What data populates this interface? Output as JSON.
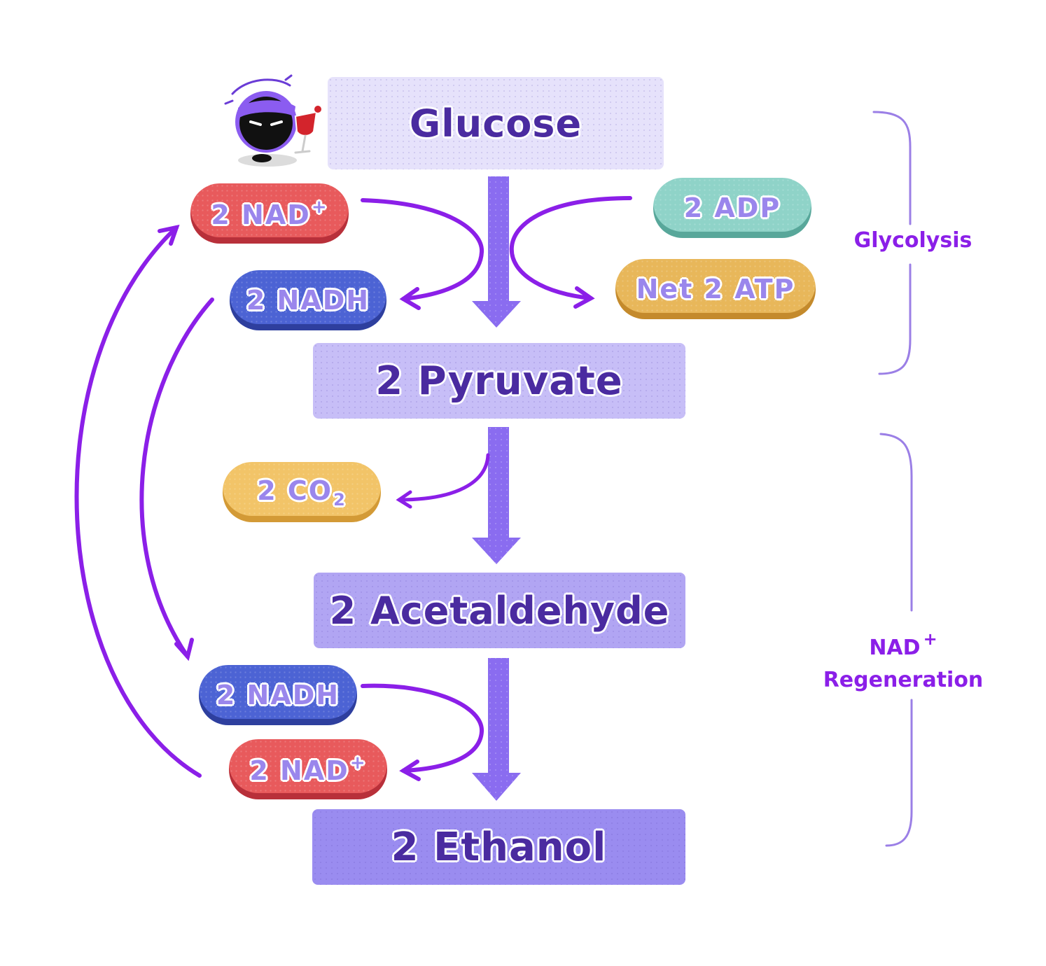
{
  "steps": {
    "glucose": "Glucose",
    "pyruvate": "2 Pyruvate",
    "acetaldehyde": "2 Acetaldehyde",
    "ethanol": "2 Ethanol"
  },
  "molecules": {
    "nadp_top_num": "2 NAD",
    "nadp_top_charge": "+",
    "nadh_top": "2 NADH",
    "adp": "2 ADP",
    "atp": "Net 2 ATP",
    "co2_main": "2 CO",
    "co2_sub": "2",
    "nadh_bottom": "2 NADH",
    "nadp_bottom_num": "2 NAD",
    "nadp_bottom_charge": "+"
  },
  "phases": {
    "glycolysis": "Glycolysis",
    "regen_line1_text": "NAD",
    "regen_line1_charge": "+",
    "regen_line2": "Regeneration"
  },
  "mascot": {
    "icon": "ninja-mascot-with-wine-glass"
  },
  "colors": {
    "box_light": "#e6e2fb",
    "box_mid": "#c7bef7",
    "box_strong": "#b1a5f3",
    "box_dark": "#9a8cf0",
    "flow_arrow": "#8a6cf0",
    "cycle_arrow": "#8b1fe8",
    "bracket": "#9b7fe6"
  }
}
